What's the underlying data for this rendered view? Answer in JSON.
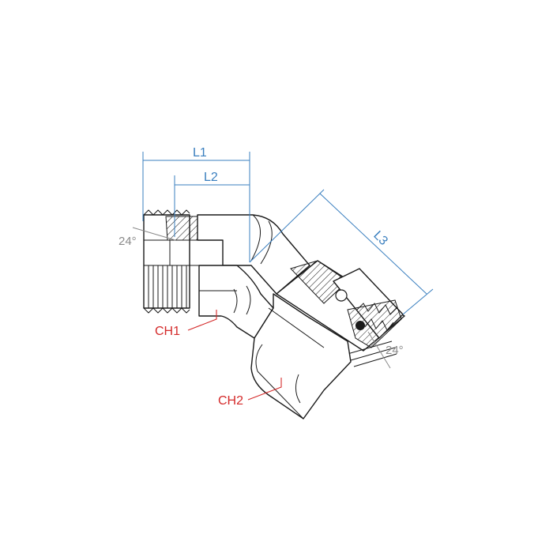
{
  "colors": {
    "dimension": "#3a7fbf",
    "callout": "#d42a2a",
    "angle": "#8a8a8a",
    "outline": "#1a1a1a"
  },
  "dimensions": {
    "l1": "L1",
    "l2": "L2",
    "l3": "L3"
  },
  "callouts": {
    "ch1": "CH1",
    "ch2": "CH2"
  },
  "angles": {
    "left": "24°",
    "right": "24°"
  }
}
